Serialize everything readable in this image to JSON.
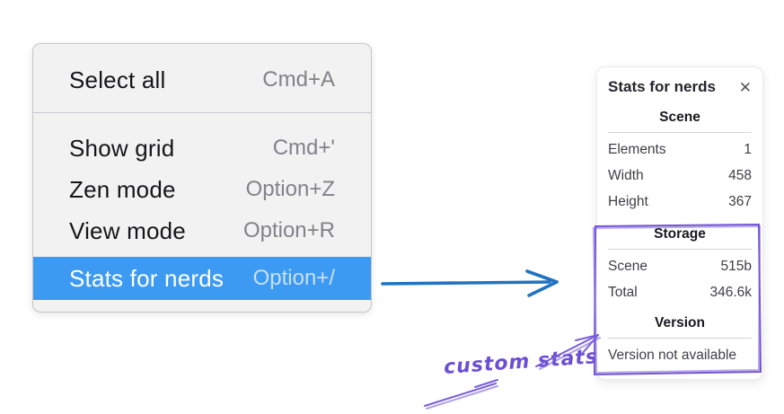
{
  "menu": {
    "groups": [
      {
        "items": [
          {
            "label": "Select all",
            "shortcut": "Cmd+A"
          }
        ]
      },
      {
        "items": [
          {
            "label": "Show grid",
            "shortcut": "Cmd+'"
          },
          {
            "label": "Zen mode",
            "shortcut": "Option+Z"
          },
          {
            "label": "View mode",
            "shortcut": "Option+R"
          },
          {
            "label": "Stats for nerds",
            "shortcut": "Option+/",
            "highlighted": true
          }
        ]
      }
    ]
  },
  "stats_panel": {
    "title": "Stats for nerds",
    "close_icon": "✕",
    "sections": [
      {
        "heading": "Scene",
        "rows": [
          [
            "Elements",
            "1"
          ],
          [
            "Width",
            "458"
          ],
          [
            "Height",
            "367"
          ]
        ]
      },
      {
        "heading": "Storage",
        "rows": [
          [
            "Scene",
            "515b"
          ],
          [
            "Total",
            "346.6k"
          ]
        ]
      },
      {
        "heading": "Version",
        "rows": [],
        "note": "Version not available"
      }
    ]
  },
  "annotation": {
    "label": "custom stats"
  },
  "colors": {
    "menu_highlight": "#3d9af2",
    "flow_arrow_blue": "#2173c0",
    "annotation_purple": "#6b4fd4",
    "sketch_box_purple": "#7456d5"
  }
}
